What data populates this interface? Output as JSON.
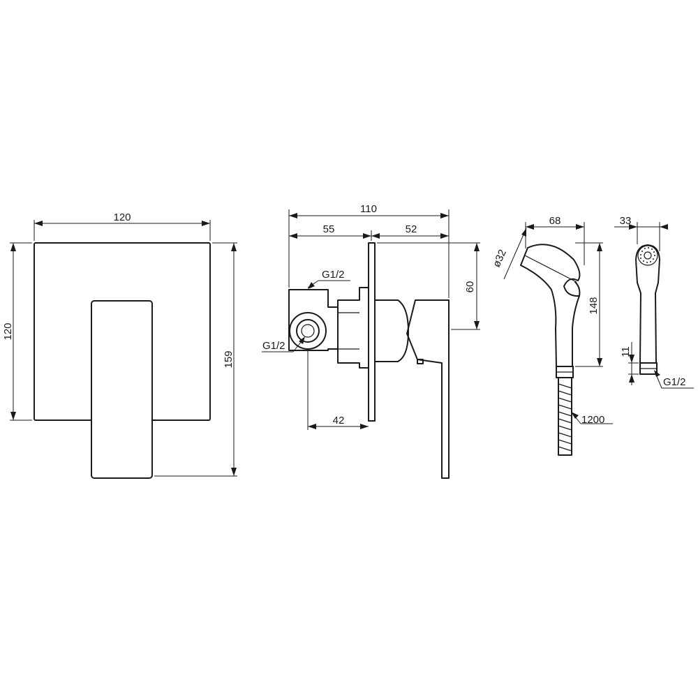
{
  "labels": {
    "front_width": "120",
    "front_height": "120",
    "front_total_height": "159",
    "side_total": "110",
    "side_left": "55",
    "side_right": "52",
    "side_height": "60",
    "inlet_offset": "42",
    "inlet_thread_top": "G1/2",
    "inlet_thread_front": "G1/2",
    "head_length": "68",
    "head_diameter": "ø32",
    "sprayer_height": "148",
    "hose_length": "1200",
    "sprayer_width": "33",
    "thread_length": "11",
    "sprayer_thread": "G1/2"
  }
}
